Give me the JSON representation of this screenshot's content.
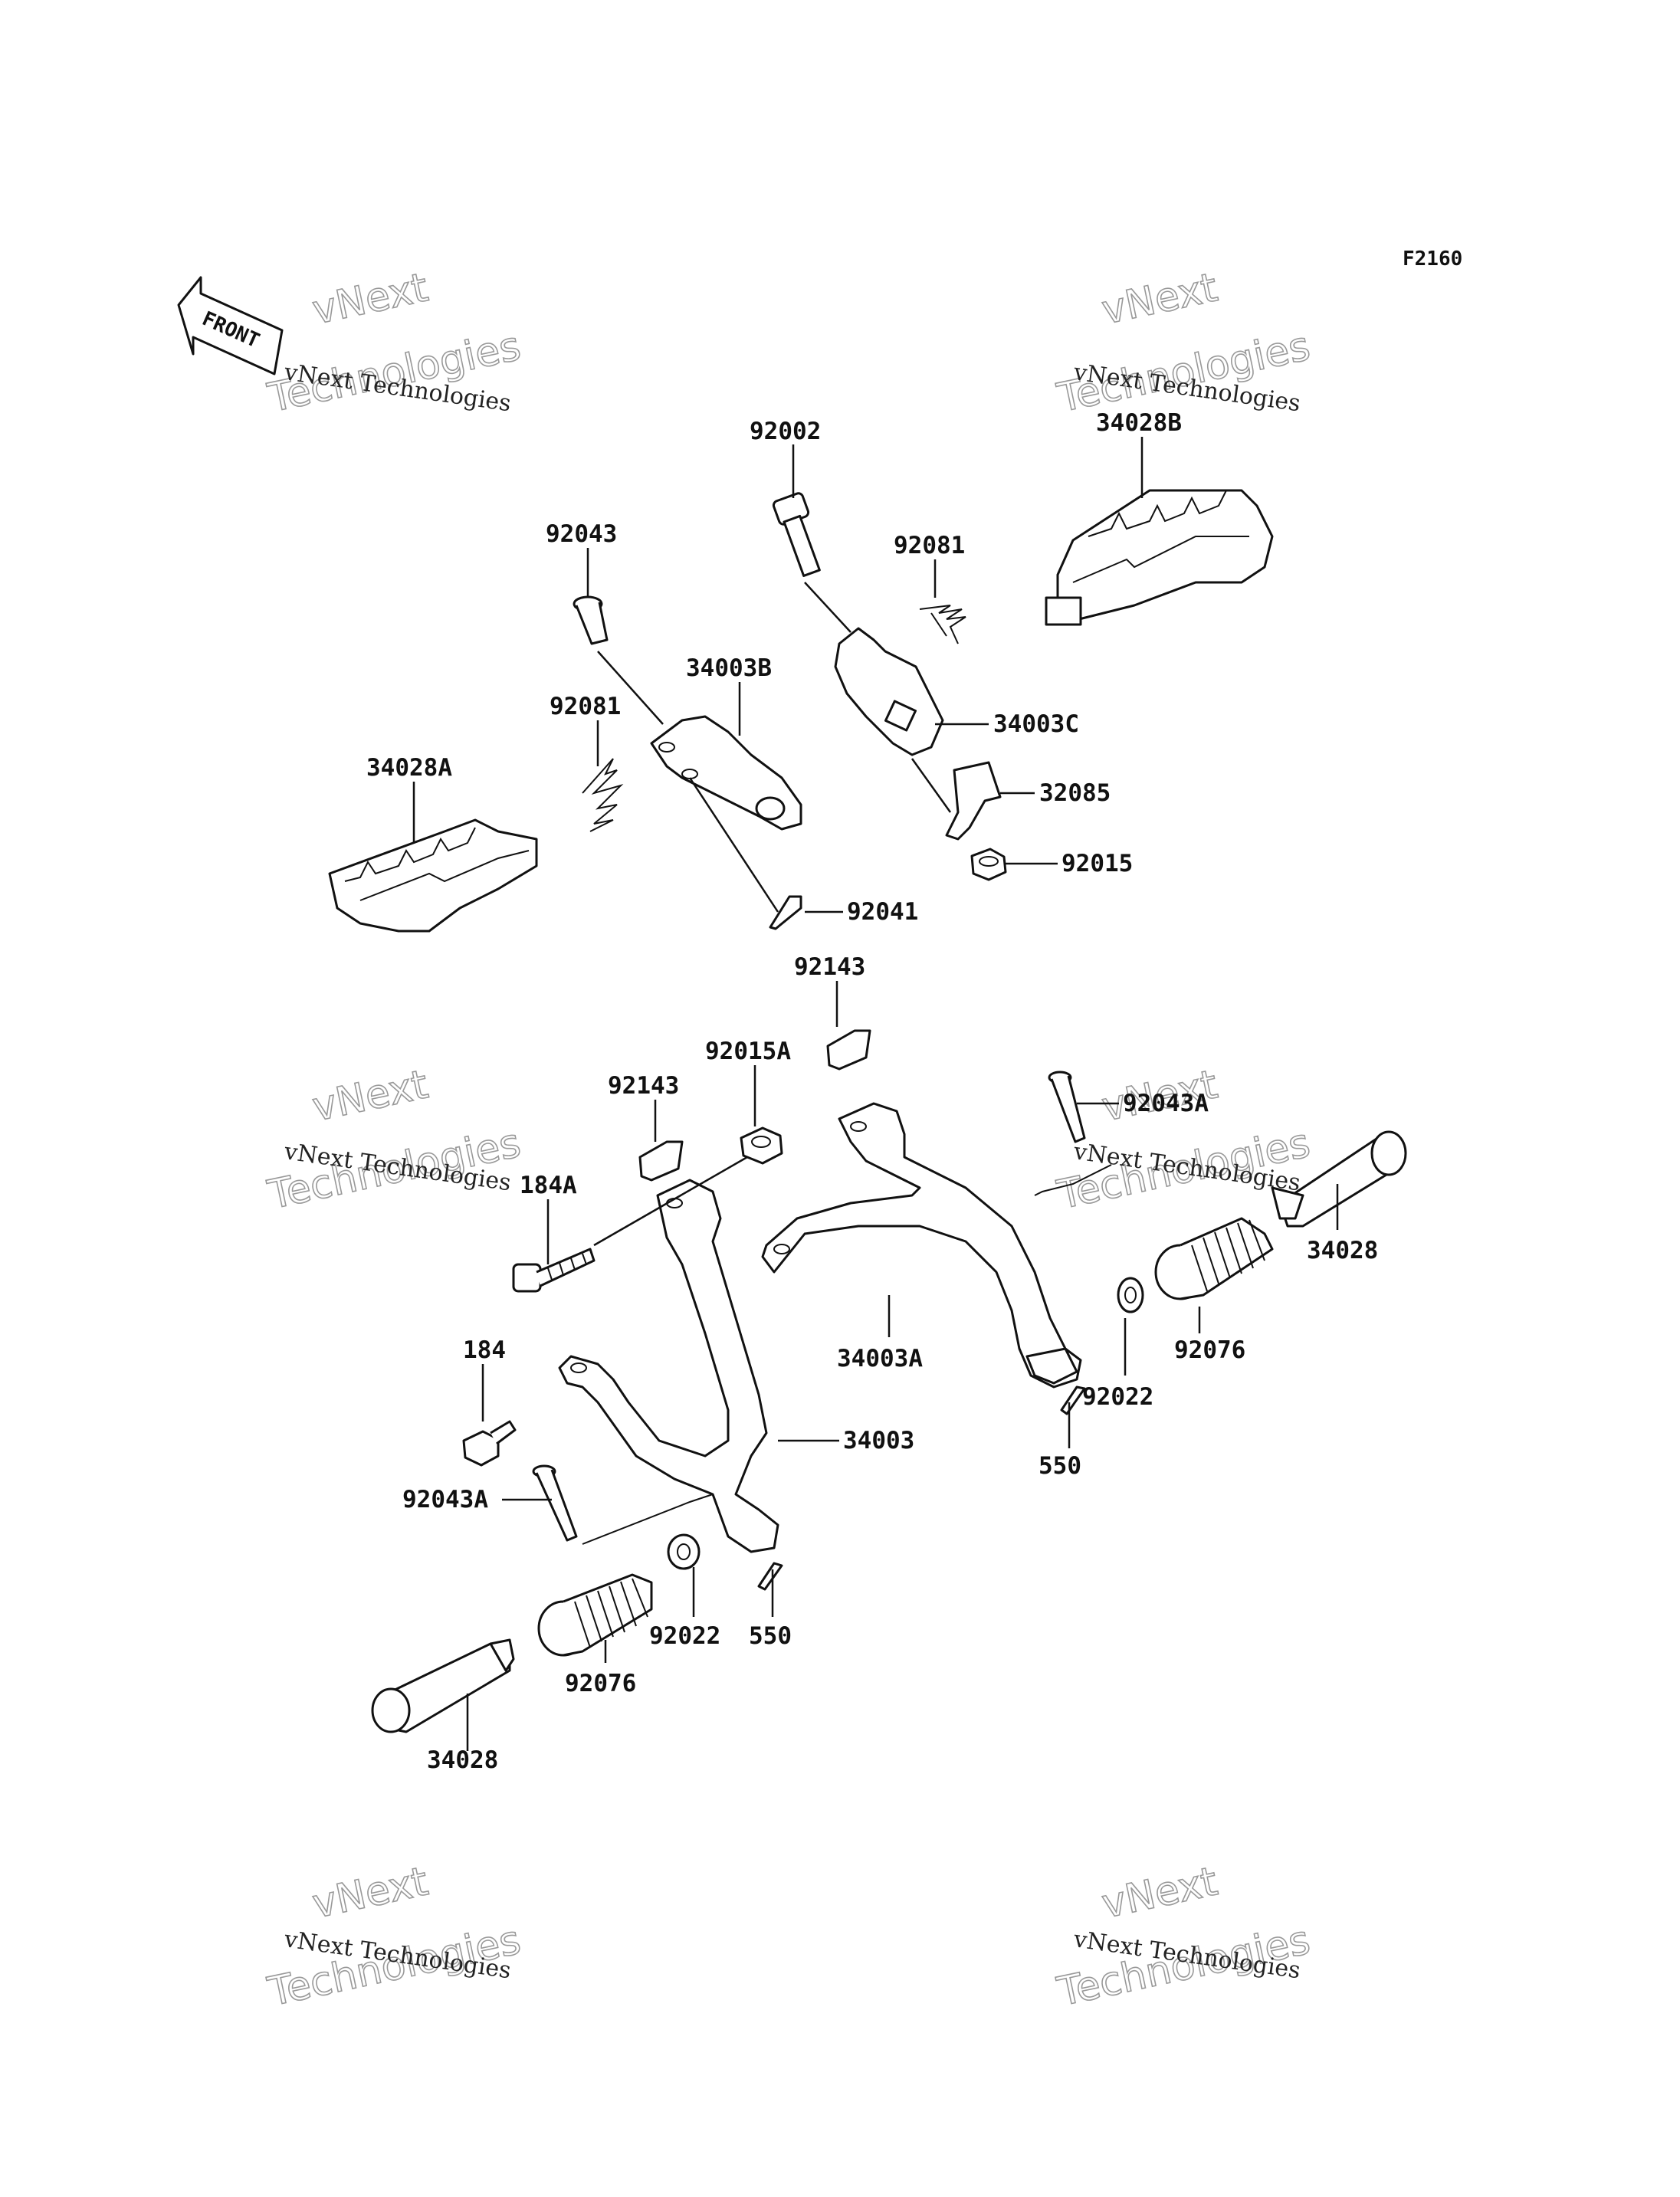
{
  "diagram_code": "F2160",
  "front_label": "FRONT",
  "watermarks": [
    {
      "l1": "vNext",
      "l2": "vNext Technologies",
      "l3": "Technologies"
    },
    {
      "l1": "vNext",
      "l2": "vNext Technologies",
      "l3": "Technologies"
    },
    {
      "l1": "vNext",
      "l2": "vNext Technologies",
      "l3": "Technologies"
    },
    {
      "l1": "vNext",
      "l2": "vNext Technologies",
      "l3": "Technologies"
    },
    {
      "l1": "vNext",
      "l2": "vNext Technologies",
      "l3": "Technologies"
    },
    {
      "l1": "vNext",
      "l2": "vNext Technologies",
      "l3": "Technologies"
    }
  ],
  "callouts": [
    "92002",
    "92081",
    "34028B",
    "92043",
    "34003B",
    "34003C",
    "92081",
    "34028A",
    "32085",
    "92015",
    "92041",
    "92143",
    "92015A",
    "92143",
    "92043A",
    "184A",
    "34028",
    "34003A",
    "92076",
    "92022",
    "184",
    "34003",
    "550",
    "92043A",
    "92022",
    "550",
    "92076",
    "34028"
  ]
}
